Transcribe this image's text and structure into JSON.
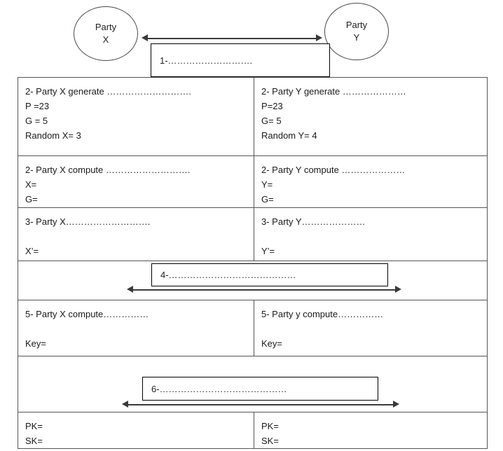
{
  "diagram": {
    "title": "Diffie-Hellman key exchange worksheet",
    "parties": {
      "x": {
        "line1": "Party",
        "line2": "X"
      },
      "y": {
        "line1": "Party",
        "line2": "Y"
      }
    },
    "exchange_boxes": {
      "step1": "1-……………………….",
      "step4": "4-……………………………………",
      "step6": "6-……………………………………"
    },
    "table": {
      "rows": [
        {
          "id": "generate",
          "left": {
            "heading": "2- Party X generate ……………………….",
            "lines": [
              "P =23",
              "G = 5",
              "Random X= 3"
            ]
          },
          "right": {
            "heading": "2- Party Y generate …………………",
            "lines": [
              "P=23",
              "G= 5",
              "Random Y= 4"
            ]
          }
        },
        {
          "id": "compute",
          "left": {
            "heading": "2- Party X compute ……………………….",
            "lines": [
              "X=",
              "G="
            ]
          },
          "right": {
            "heading": "2- Party Y compute …………………",
            "lines": [
              "Y=",
              "G="
            ]
          }
        },
        {
          "id": "step3",
          "left": {
            "heading": "3- Party X……………………….",
            "lines": [
              "",
              "X’="
            ]
          },
          "right": {
            "heading": "3- Party Y…………………",
            "lines": [
              "",
              "Y’="
            ]
          }
        },
        {
          "id": "step5",
          "left": {
            "heading": "5- Party X compute……………",
            "lines": [
              "",
              "Key="
            ]
          },
          "right": {
            "heading": "5- Party y compute……………",
            "lines": [
              "",
              "Key="
            ]
          }
        },
        {
          "id": "keys",
          "left": {
            "heading": "PK=",
            "lines": [
              "SK="
            ]
          },
          "right": {
            "heading": "PK=",
            "lines": [
              "SK="
            ]
          }
        }
      ]
    },
    "colors": {
      "table_border": "#111111",
      "cell_border": "#555555",
      "circle_border": "#4a4a4a",
      "arrow": "#3a3a3a",
      "text": "#1a1a1a",
      "background": "#ffffff"
    }
  }
}
